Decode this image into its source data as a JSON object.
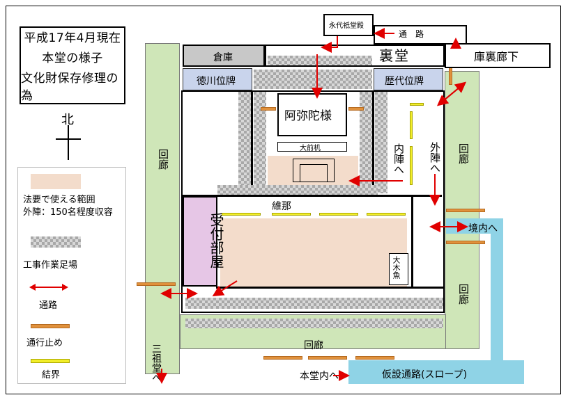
{
  "title": {
    "line1": "平成17年4月現在",
    "line2": "本堂の様子",
    "line3": "文化財保存修理の為"
  },
  "compass": {
    "north": "北"
  },
  "legend": {
    "range_line1": "法要で使える範囲",
    "range_line2": "外陣：150名程度収容",
    "scaffold": "工事作業足場",
    "passage": "通路",
    "closed": "通行止め",
    "kekkai": "結界"
  },
  "rooms": {
    "eidai": "永代祇堂殿",
    "tsuro_top": "通　路",
    "soko": "倉庫",
    "urado": "裏堂",
    "kuri_roka": "庫裏廊下",
    "tokugawa": "徳川位牌",
    "rekidai": "歴代位牌",
    "amida": "阿弥陀様",
    "omaezukue": "大前机",
    "naijin_he": "内陣へ",
    "gejin_he": "外陣へ",
    "yuina": "維那",
    "uketsuke": "受付部屋",
    "mokugyo": "大木魚",
    "keidai_he": "境内へ",
    "sanso_he": "三祖堂へ",
    "hondonai_he": "本堂内へ",
    "kasetsu": "仮設通路(スロープ)",
    "kairo_left": "回廊",
    "kairo_right_upper": "回廊",
    "kairo_right_lower": "回廊",
    "kairo_bottom": "回廊"
  },
  "colors": {
    "corridor_green": "#cfe6b8",
    "scaffold_gray": "#a8a8a8",
    "dharma_range": "#f3dccb",
    "closed_orange": "#e0913c",
    "kekkai_yellow": "#f2ee2a",
    "arrow_red": "#e00000",
    "temp_path_cyan": "#8fd3e6",
    "reception_purple": "#e6c6e6",
    "ihai_blue": "#c9d4ec",
    "storage_gray": "#c8c8c8"
  }
}
